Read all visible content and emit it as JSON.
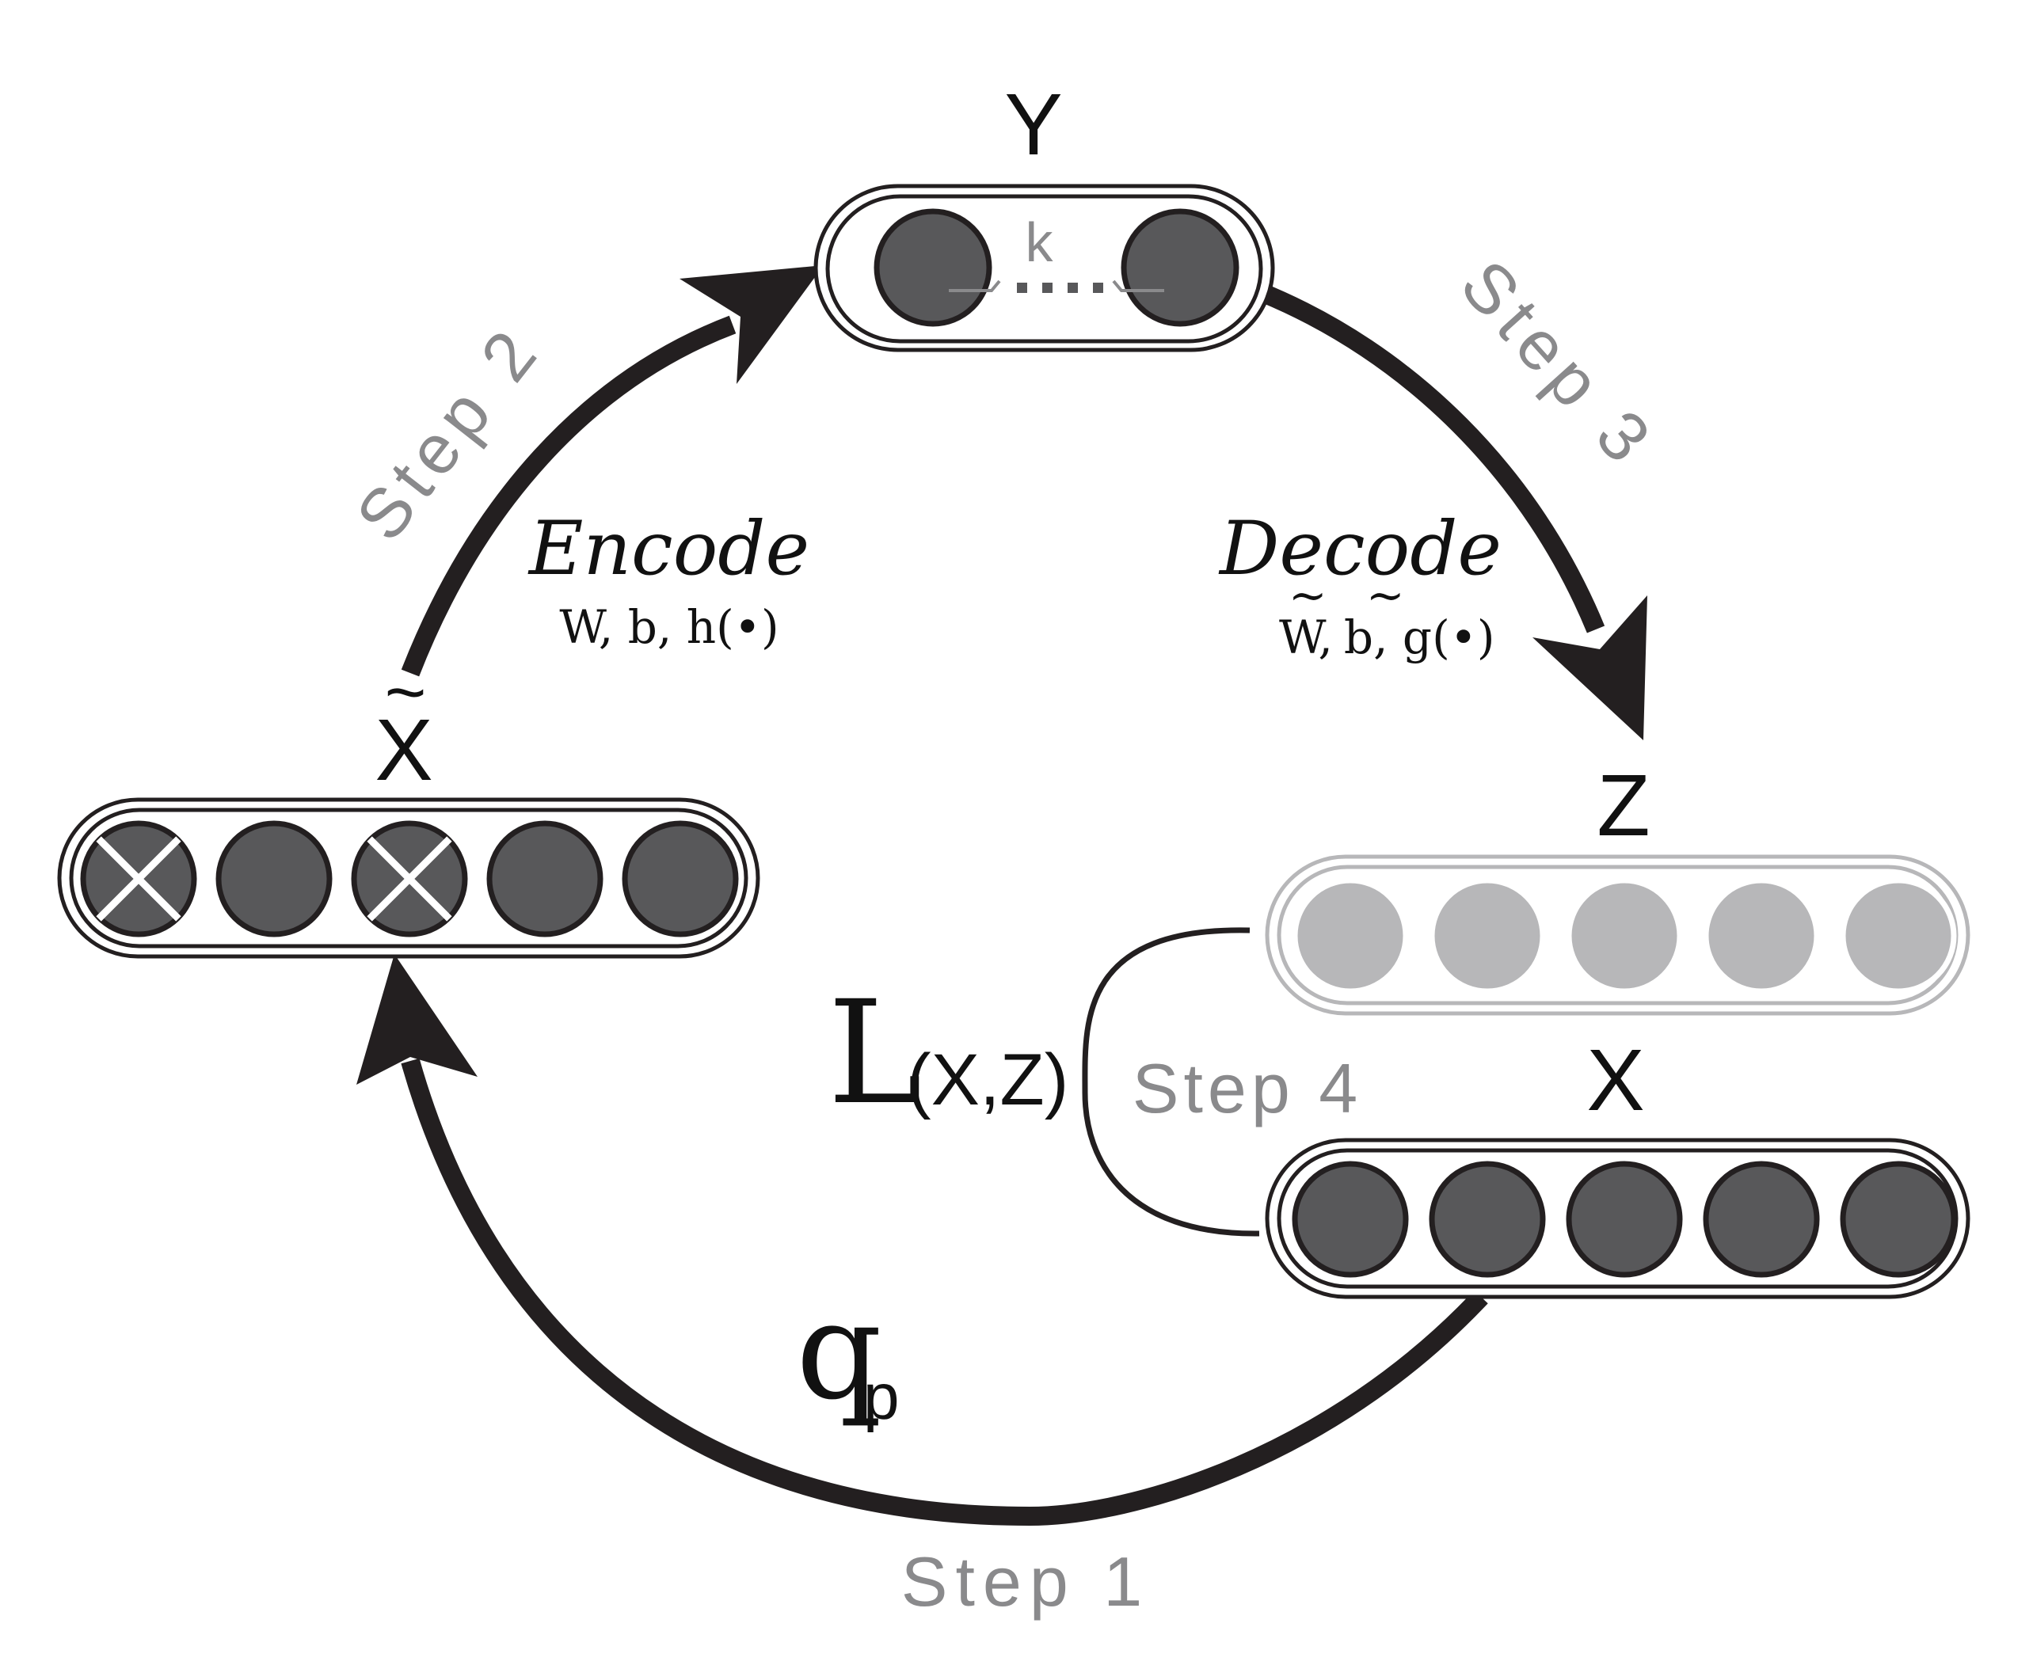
{
  "colors": {
    "ink": "#231f20",
    "node_dark": "#58585a",
    "node_light": "#b7b7b9",
    "outline_light": "#b7b7b9",
    "step_text": "#8a8a8c",
    "background": "#ffffff"
  },
  "layers": {
    "x_tilde": {
      "label": "X",
      "label_mark": "~",
      "nodes": 5,
      "corrupted_nodes": [
        1,
        3
      ],
      "node_state": "dark"
    },
    "y": {
      "label": "Y",
      "nodes": 2,
      "span_label": "k",
      "node_state": "dark"
    },
    "z": {
      "label": "Z",
      "nodes": 5,
      "node_state": "light"
    },
    "x": {
      "label": "X",
      "nodes": 5,
      "node_state": "dark"
    }
  },
  "encode": {
    "title": "Encode",
    "params": "W, b, h(•)"
  },
  "decode": {
    "title": "Decode",
    "params_w": "W",
    "params_sep1": ",",
    "params_b": "b",
    "params_rest": ", g(•)",
    "tilde": "~"
  },
  "loss": {
    "symbol": "L",
    "args": "(X,Z)"
  },
  "corruption": {
    "symbol": "q",
    "subscript": "p"
  },
  "steps": {
    "step1": "Step 1",
    "step2": "Step 2",
    "step3": "Step 3",
    "step4": "Step 4"
  }
}
